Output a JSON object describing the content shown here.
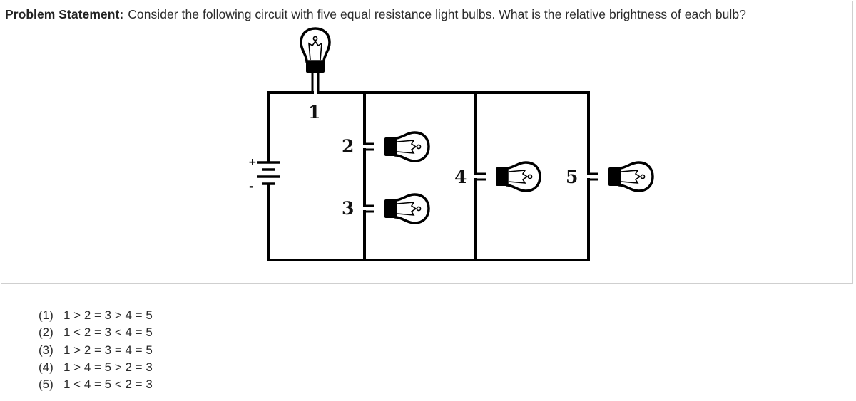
{
  "problem": {
    "label": "Problem Statement:",
    "text": "Consider the following circuit with five equal resistance light bulbs. What is the relative brightness of each bulb?"
  },
  "circuit": {
    "battery": {
      "icon": "battery-icon",
      "plus": "+",
      "minus": "-"
    },
    "bulbs": [
      {
        "id": "1",
        "icon": "light-bulb-icon",
        "placement": "series-top"
      },
      {
        "id": "2",
        "icon": "light-bulb-icon",
        "placement": "branch-a-upper"
      },
      {
        "id": "3",
        "icon": "light-bulb-icon",
        "placement": "branch-a-lower"
      },
      {
        "id": "4",
        "icon": "light-bulb-icon",
        "placement": "branch-b"
      },
      {
        "id": "5",
        "icon": "light-bulb-icon",
        "placement": "branch-c"
      }
    ]
  },
  "options": [
    {
      "num": "(1)",
      "text": "1 > 2 = 3 > 4 = 5"
    },
    {
      "num": "(2)",
      "text": "1 < 2 = 3 < 4 = 5"
    },
    {
      "num": "(3)",
      "text": "1 > 2 = 3 = 4 = 5"
    },
    {
      "num": "(4)",
      "text": "1 > 4 = 5 > 2 = 3"
    },
    {
      "num": "(5)",
      "text": "1 < 4 = 5 < 2 = 3"
    }
  ]
}
